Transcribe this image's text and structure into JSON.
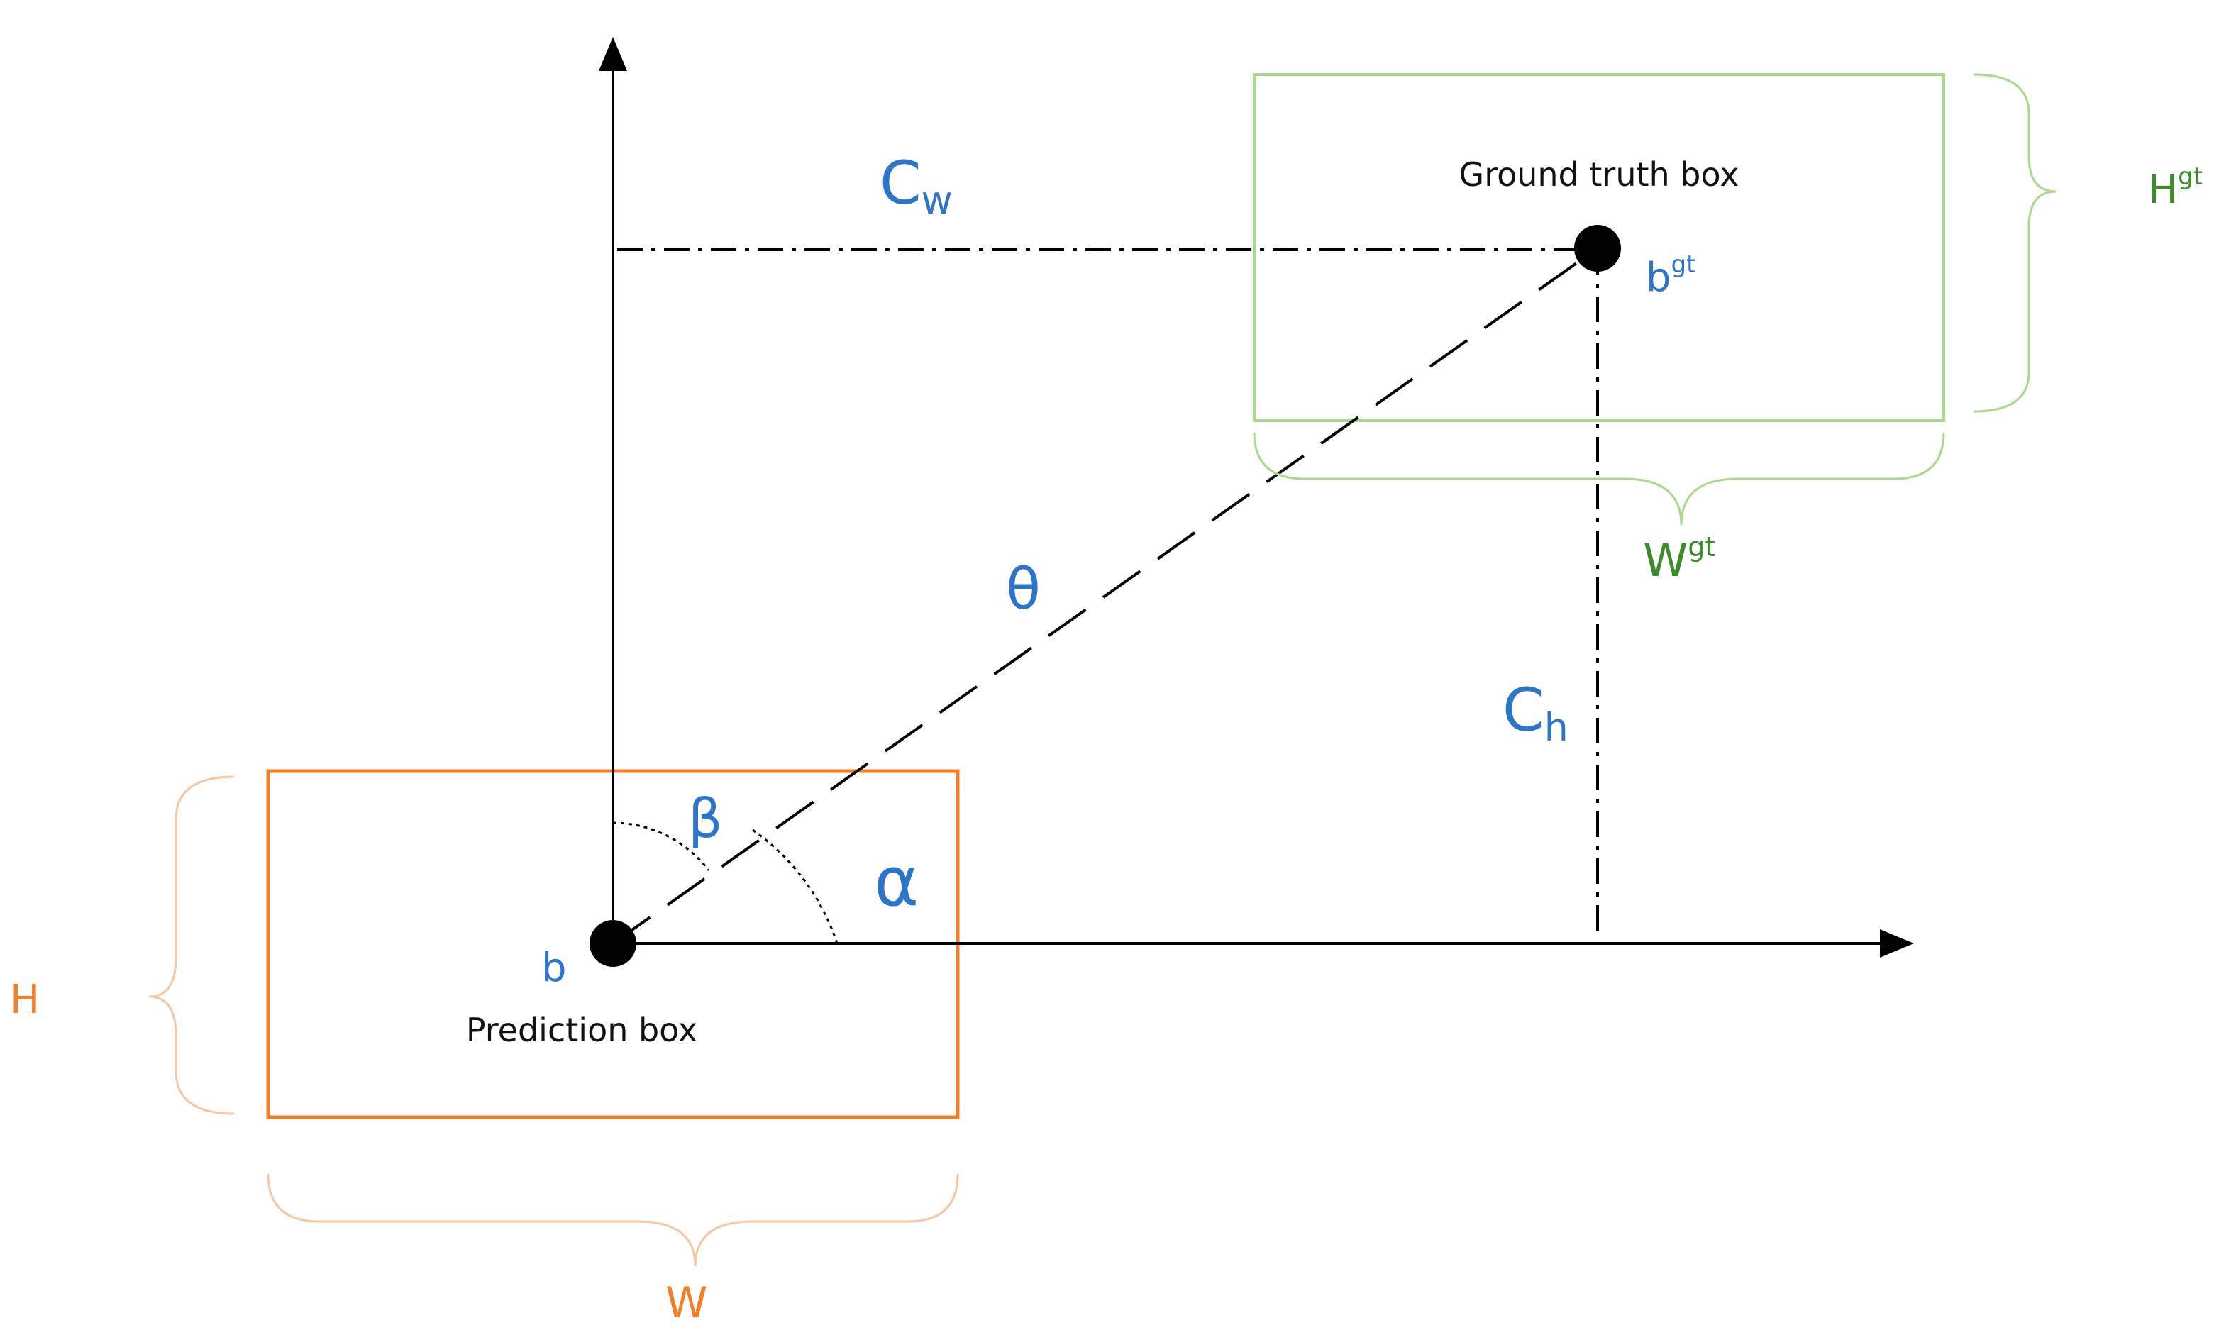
{
  "labels": {
    "ground_truth_box": "Ground truth box",
    "prediction_box": "Prediction box",
    "cw_main": "C",
    "cw_sub": "w",
    "ch_main": "C",
    "ch_sub": "h",
    "bgt_main": "b",
    "bgt_sup": "gt",
    "b": "b",
    "hgt_main": "H",
    "hgt_sup": "gt",
    "wgt_main": "W",
    "wgt_sup": "gt",
    "h": "H",
    "w": "W",
    "theta": "θ",
    "beta": "β",
    "alpha": "α"
  },
  "colors": {
    "prediction_box": "#f07f2c",
    "prediction_brace": "#f7c7a4",
    "ground_truth_box": "#a9d98f",
    "ground_truth_label": "#3d8b2c",
    "symbol_blue": "#2e74c8",
    "line": "#000000"
  }
}
